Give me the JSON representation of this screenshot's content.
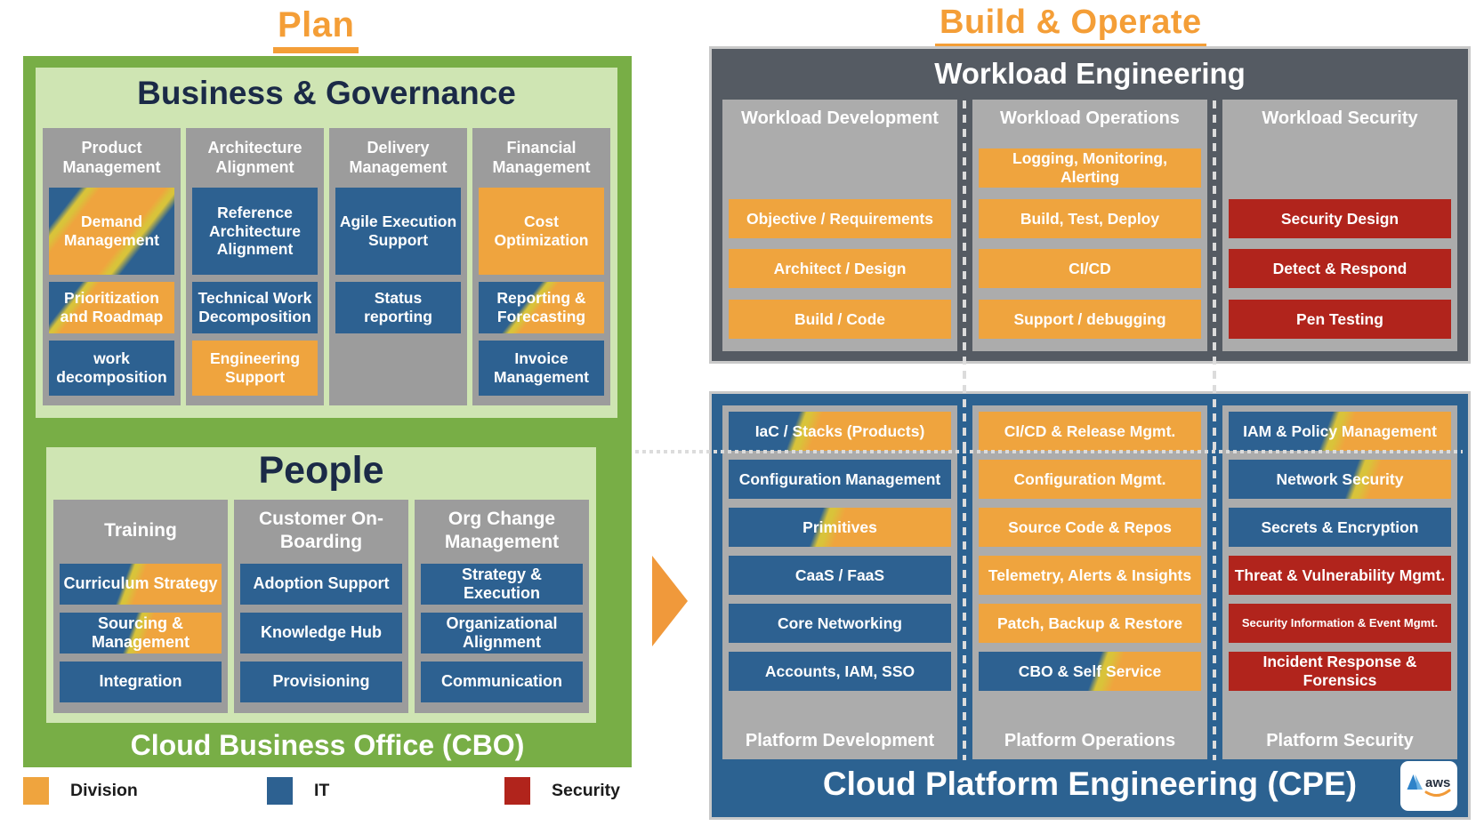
{
  "titles": {
    "plan": "Plan",
    "build_operate": "Build & Operate"
  },
  "plan": {
    "business_governance": {
      "title": "Business & Governance",
      "columns": [
        {
          "header": "Product Management",
          "boxes": [
            {
              "label": "Demand Management",
              "type": "division+it"
            },
            {
              "label": "Prioritization and Roadmap",
              "type": "division+it"
            },
            {
              "label": "work decomposition",
              "type": "it"
            }
          ]
        },
        {
          "header": "Architecture Alignment",
          "boxes": [
            {
              "label": "Reference Architecture Alignment",
              "type": "it"
            },
            {
              "label": "Technical Work Decomposition",
              "type": "it"
            },
            {
              "label": "Engineering Support",
              "type": "division"
            }
          ]
        },
        {
          "header": "Delivery Management",
          "boxes": [
            {
              "label": "Agile Execution Support",
              "type": "it"
            },
            {
              "label": "Status reporting",
              "type": "it"
            }
          ]
        },
        {
          "header": "Financial Management",
          "boxes": [
            {
              "label": "Cost Optimization",
              "type": "division"
            },
            {
              "label": "Reporting & Forecasting",
              "type": "division+it"
            },
            {
              "label": "Invoice Management",
              "type": "it"
            }
          ]
        }
      ]
    },
    "people": {
      "title": "People",
      "columns": [
        {
          "header": "Training",
          "boxes": [
            {
              "label": "Curriculum Strategy",
              "type": "division+it"
            },
            {
              "label": "Sourcing & Management",
              "type": "division+it"
            },
            {
              "label": "Integration",
              "type": "it"
            }
          ]
        },
        {
          "header": "Customer On-Boarding",
          "boxes": [
            {
              "label": "Adoption Support",
              "type": "it"
            },
            {
              "label": "Knowledge Hub",
              "type": "it"
            },
            {
              "label": "Provisioning",
              "type": "it"
            }
          ]
        },
        {
          "header": "Org Change Management",
          "boxes": [
            {
              "label": "Strategy & Execution",
              "type": "it"
            },
            {
              "label": "Organizational Alignment",
              "type": "it"
            },
            {
              "label": "Communication",
              "type": "it"
            }
          ]
        }
      ]
    },
    "footer": "Cloud Business Office (CBO)"
  },
  "build_operate": {
    "workload": {
      "title": "Workload Engineering",
      "columns": [
        {
          "header": "Workload Development",
          "boxes": [
            {
              "label": "Objective / Requirements",
              "type": "division"
            },
            {
              "label": "Architect / Design",
              "type": "division"
            },
            {
              "label": "Build / Code",
              "type": "division"
            }
          ]
        },
        {
          "header": "Workload Operations",
          "boxes": [
            {
              "label": "Logging, Monitoring, Alerting",
              "type": "division"
            },
            {
              "label": "Build, Test, Deploy",
              "type": "division"
            },
            {
              "label": "CI/CD",
              "type": "division"
            },
            {
              "label": "Support / debugging",
              "type": "division"
            }
          ]
        },
        {
          "header": "Workload Security",
          "boxes": [
            {
              "label": "Security Design",
              "type": "security"
            },
            {
              "label": "Detect & Respond",
              "type": "security"
            },
            {
              "label": "Pen Testing",
              "type": "security"
            }
          ]
        }
      ]
    },
    "platform": {
      "columns": [
        {
          "footer": "Platform Development",
          "boxes": [
            {
              "label": "IaC / Stacks (Products)",
              "type": "division+it"
            },
            {
              "label": "Configuration Management",
              "type": "it"
            },
            {
              "label": "Primitives",
              "type": "division+it"
            },
            {
              "label": "CaaS / FaaS",
              "type": "it"
            },
            {
              "label": "Core Networking",
              "type": "it"
            },
            {
              "label": "Accounts, IAM, SSO",
              "type": "it"
            }
          ]
        },
        {
          "footer": "Platform Operations",
          "boxes": [
            {
              "label": "CI/CD & Release Mgmt.",
              "type": "division"
            },
            {
              "label": "Configuration Mgmt.",
              "type": "division"
            },
            {
              "label": "Source Code & Repos",
              "type": "division"
            },
            {
              "label": "Telemetry, Alerts & Insights",
              "type": "division"
            },
            {
              "label": "Patch, Backup & Restore",
              "type": "division"
            },
            {
              "label": "CBO & Self Service",
              "type": "division+it"
            }
          ]
        },
        {
          "footer": "Platform Security",
          "boxes": [
            {
              "label": "IAM & Policy Management",
              "type": "division+it"
            },
            {
              "label": "Network Security",
              "type": "division+it"
            },
            {
              "label": "Secrets & Encryption",
              "type": "it"
            },
            {
              "label": "Threat & Vulnerability Mgmt.",
              "type": "security"
            },
            {
              "label": "Security Information & Event Mgmt.",
              "type": "security"
            },
            {
              "label": "Incident Response & Forensics",
              "type": "security"
            }
          ]
        }
      ],
      "footer": "Cloud Platform Engineering (CPE)"
    }
  },
  "legend": [
    {
      "label": "Division",
      "color": "#EFA43E"
    },
    {
      "label": "IT",
      "color": "#2D6191"
    },
    {
      "label": "Security",
      "color": "#B1241C"
    }
  ],
  "logo": {
    "aws_text": "aws"
  }
}
